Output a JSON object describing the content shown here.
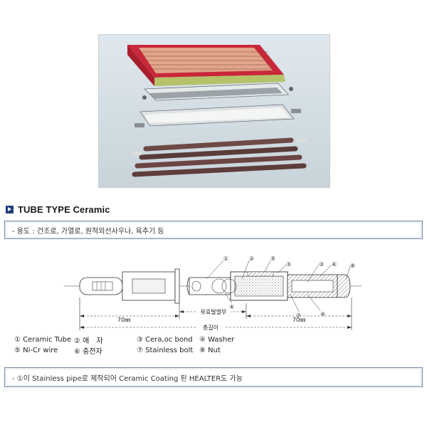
{
  "photo": {
    "description_icon": "heater-assembly-photo"
  },
  "section": {
    "title": "TUBE TYPE Ceramic",
    "icon": "arrow-square-icon"
  },
  "usage_box": {
    "text": "- 용도 : 건조로, 가열로, 원적외선사우나, 육추기 등"
  },
  "diagram": {
    "dim_left": "70㎜",
    "dim_center": "유효발열부",
    "dim_right": "70㎜",
    "dim_total": "총길이",
    "callouts": [
      "①",
      "②",
      "⑤",
      "③",
      "⑥",
      "⑧",
      "④",
      "⑦",
      "④"
    ]
  },
  "legend": [
    [
      "① Ceramic Tube",
      "② 애　자",
      "③ Cera,oc bond",
      "④ Washer"
    ],
    [
      "⑤ Ni-Cr wire",
      "⑥ 충전자",
      "⑦ Stainless bolt",
      "⑧ Nut"
    ]
  ],
  "note_box": {
    "text": "- ①이 Stainless pipe로 제작되어 Ceramic Coating 된 HEALTER도 가능"
  },
  "colors": {
    "title_icon": "#1f3f7a",
    "box_border": "#7a8da6",
    "heater_red": "#d42a3a"
  }
}
